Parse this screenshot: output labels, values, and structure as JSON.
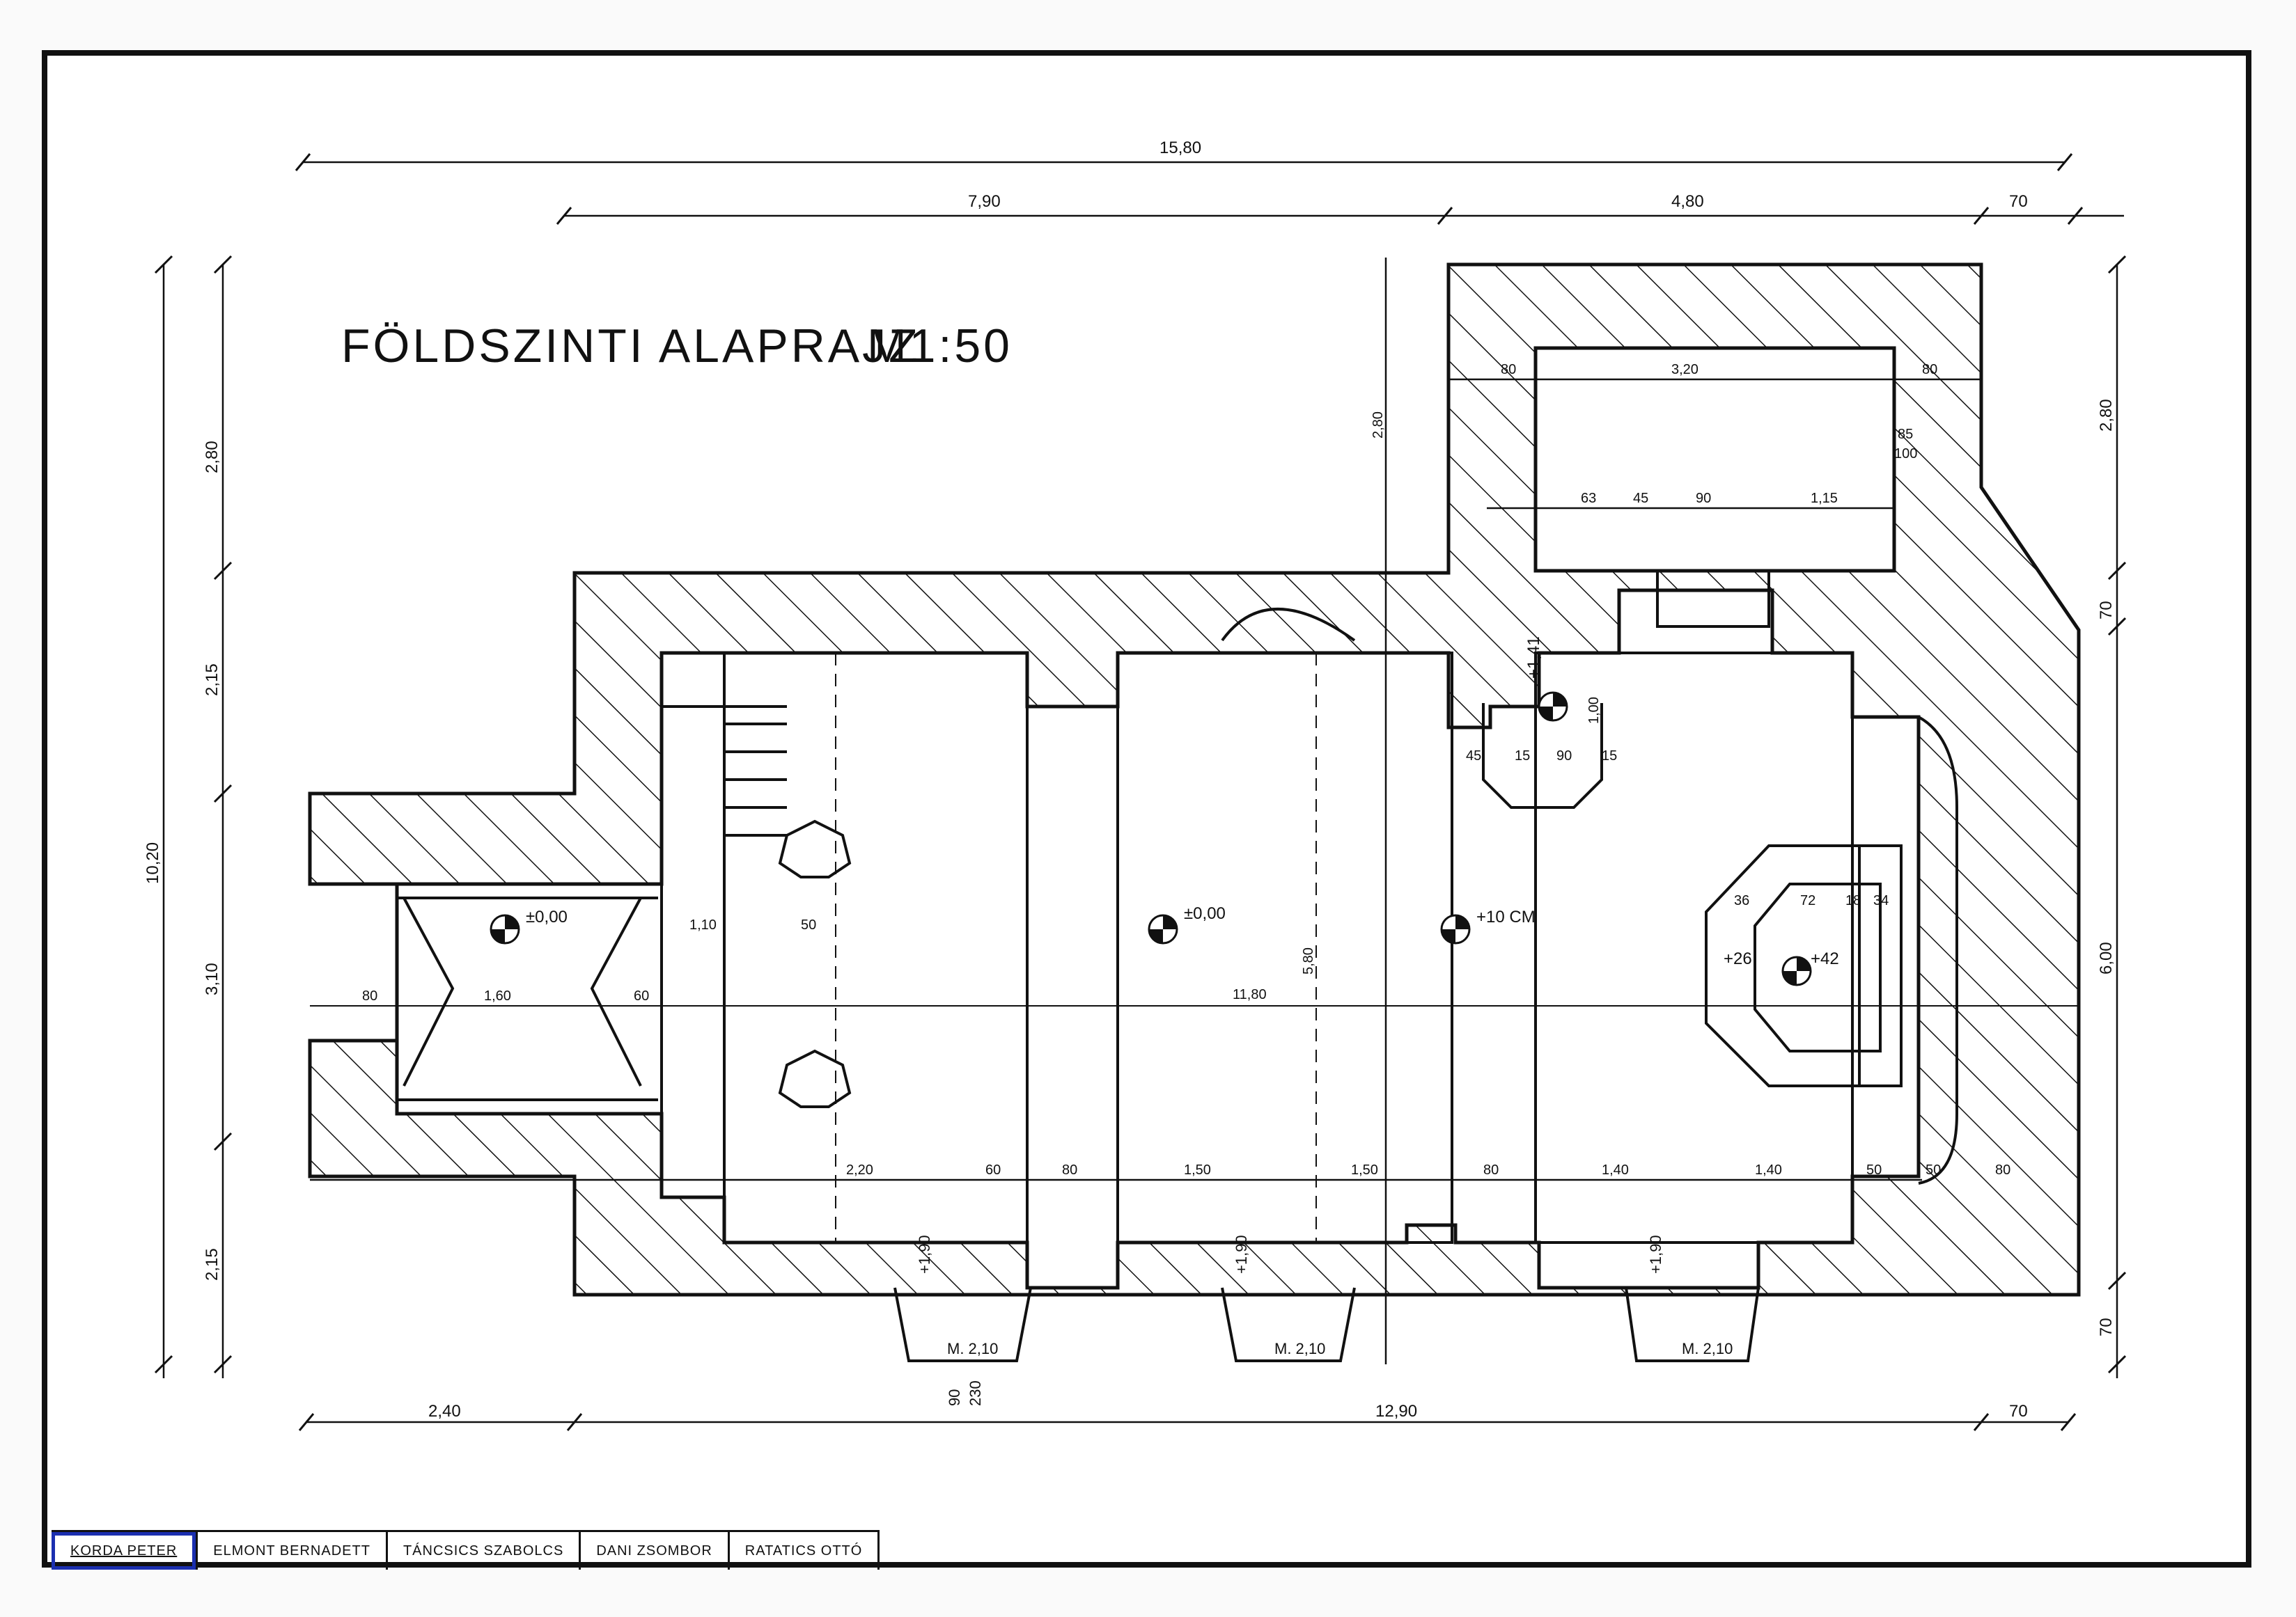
{
  "drawing": {
    "title": "FÖLDSZINTI ALAPRAJZ",
    "scale": "M1:50",
    "dimensions_top": [
      "15,80",
      "7,90",
      "4,80",
      "70"
    ],
    "dimensions_bottom": [
      "2,40",
      "12,90",
      "70"
    ],
    "dimensions_left": [
      "2,80",
      "2,15",
      "10,20",
      "3,10",
      "2,15"
    ],
    "dimensions_right": [
      "2,80",
      "70",
      "6,00",
      "70"
    ],
    "levels": [
      "±0,00",
      "±0,00",
      "+10 CM",
      "+1,41",
      "+26",
      "+42"
    ],
    "window_labels": [
      "+1,90",
      "+1,90",
      "+1,90"
    ],
    "window_marks": [
      "M. 2,10",
      "M. 2,10",
      "M. 2,10"
    ],
    "window_sizes": [
      "90",
      "230"
    ],
    "interior_dims": [
      "80",
      "3,20",
      "80",
      "85",
      "100",
      "63",
      "45",
      "90",
      "1,15",
      "2,80",
      "11,80",
      "5,80",
      "1,10",
      "50",
      "1,60",
      "80",
      "60",
      "2,20",
      "60",
      "80",
      "1,50",
      "1,50",
      "80",
      "1,40",
      "1,40",
      "50",
      "50",
      "80",
      "36",
      "72",
      "18",
      "34",
      "45",
      "15",
      "90",
      "15",
      "1,00"
    ]
  },
  "title_block": {
    "names": [
      "KORDA PETER",
      "ELMONT BERNADETT",
      "TÁNCSICS SZABOLCS",
      "DANI ZSOMBOR",
      "RATATICS OTTÓ"
    ],
    "active_index": 0
  },
  "colors": {
    "ink": "#111111",
    "paper": "#ffffff",
    "highlight": "#1b2fb0"
  }
}
